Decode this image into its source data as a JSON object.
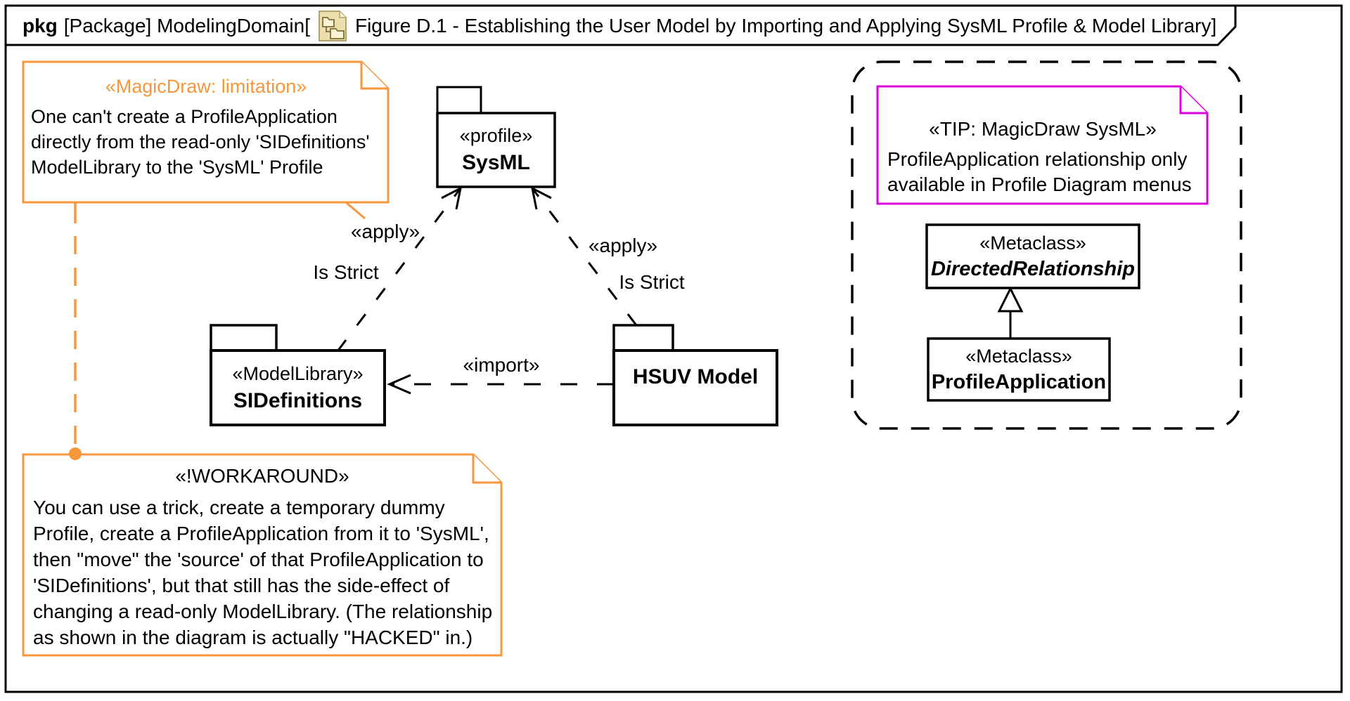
{
  "frame": {
    "keyword": "pkg",
    "context": "[Package] ModelingDomain[",
    "diagram_title": "Figure D.1 - Establishing the User Model by Importing and Applying SysML Profile & Model Library]"
  },
  "packages": {
    "sysml": {
      "stereotype": "«profile»",
      "name": "SysML"
    },
    "sidefinitions": {
      "stereotype": "«ModelLibrary»",
      "name": "SIDefinitions"
    },
    "hsuv": {
      "name": "HSUV Model"
    }
  },
  "classes": {
    "directed_relationship": {
      "stereotype": "«Metaclass»",
      "name": "DirectedRelationship"
    },
    "profile_application": {
      "stereotype": "«Metaclass»",
      "name": "ProfileApplication"
    }
  },
  "edges": {
    "apply_left": {
      "stereotype": "«apply»",
      "label": "Is Strict"
    },
    "apply_right": {
      "stereotype": "«apply»",
      "label": "Is Strict"
    },
    "import": {
      "stereotype": "«import»"
    }
  },
  "notes": {
    "limitation": {
      "stereotype": "«MagicDraw: limitation»",
      "lines": [
        "One can't create a ProfileApplication",
        "directly from the read-only 'SIDefinitions'",
        "ModelLibrary to the 'SysML' Profile"
      ],
      "color": "#F8963C"
    },
    "workaround": {
      "stereotype": "«!WORKAROUND»",
      "lines": [
        "You can use a trick, create a temporary dummy",
        "Profile, create a ProfileApplication from it to 'SysML',",
        "then \"move\" the 'source' of that ProfileApplication to",
        "'SIDefinitions', but that still has the side-effect of",
        "changing a read-only ModelLibrary. (The relationship",
        "as shown in the diagram is actually \"HACKED\" in.)"
      ],
      "color": "#F8963C"
    },
    "tip": {
      "stereotype": "«TIP: MagicDraw SysML»",
      "lines": [
        "ProfileApplication relationship only",
        "available in Profile Diagram menus"
      ],
      "color": "#DD00DD"
    }
  },
  "colors": {
    "orange": "#F8963C",
    "magenta": "#DD00DD",
    "line": "#000000",
    "background": "#FFFFFF"
  }
}
